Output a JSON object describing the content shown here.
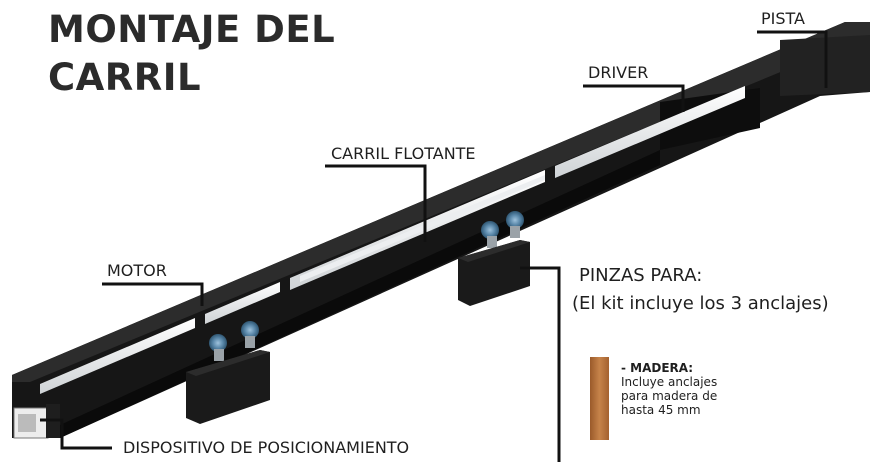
{
  "title": {
    "line1": "MONTAJE DEL",
    "line2": "CARRIL"
  },
  "labels": {
    "pista": "PISTA",
    "driver": "DRIVER",
    "carril_flotante": "CARRIL FLOTANTE",
    "motor": "MOTOR",
    "pinzas": "PINZAS PARA:",
    "kit": "(El kit incluye los 3 anclajes)",
    "dispositivo": "DISPOSITIVO DE POSICIONAMIENTO"
  },
  "madera": {
    "title": "- MADERA:",
    "desc_lines": [
      "Incluye anclajes",
      "para madera de",
      "hasta 45 mm"
    ]
  },
  "colors": {
    "rail": "#1b1b1b",
    "insert": "#eceef0",
    "wheel": "#5f8fb0",
    "wood": "#b5703a",
    "text": "#1f1f1f"
  }
}
